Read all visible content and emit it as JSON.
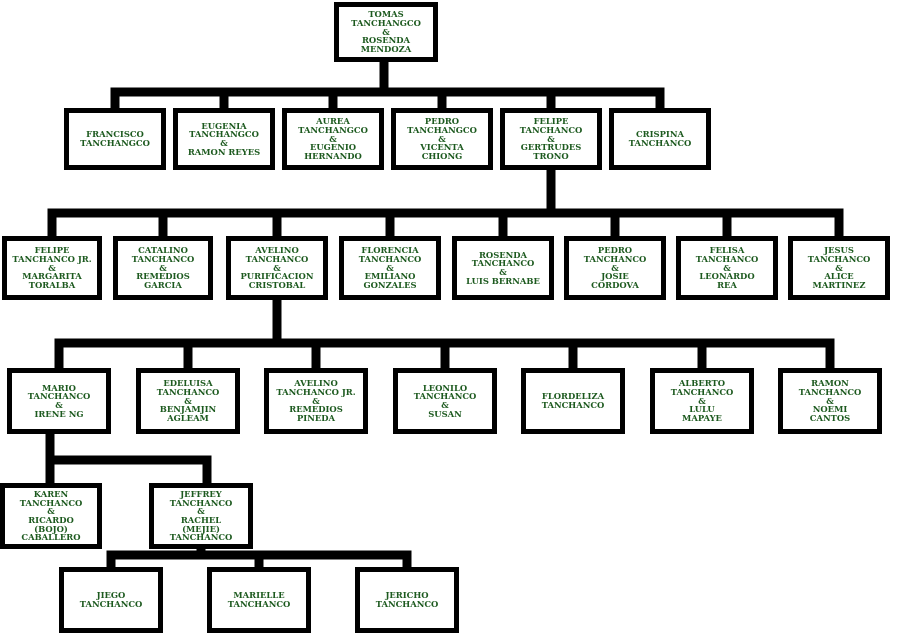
{
  "colors": {
    "line": "#000000",
    "text": "#1d5a1f",
    "background": "#ffffff"
  },
  "nodes": {
    "tomas_rosenda": "TOMAS TANCHANGCO\n&\nROSENDA MENDOZA",
    "francisco": "FRANCISCO\nTANCHANGCO",
    "eugenia_ramon": "EUGENIA\nTANCHANGCO\n&\nRAMON REYES",
    "aurea_eugenio": "AUREA\nTANCHANGCO\n&\nEUGENIO\nHERNANDO",
    "pedro_vicenta": "PEDRO\nTANCHANGCO\n&\nVICENTA\nCHIONG",
    "felipe_gertrudes": "FELIPE\nTANCHANCO\n&\nGERTRUDES\nTRONO",
    "crispina": "CRISPINA\nTANCHANCO",
    "felipe_jr_margarita": "FELIPE\nTANCHANCO JR.\n&\nMARGARITA\nTORALBA",
    "catalino_remedios": "CATALINO\nTANCHANCO\n&\nREMEDIOS\nGARCIA",
    "avelino_purificacion": "AVELINO\nTANCHANCO\n&\nPURIFICACION\nCRISTOBAL",
    "florencia_emiliano": "FLORENCIA\nTANCHANCO\n&\nEMILIANO\nGONZALES",
    "rosenda_luis": "ROSENDA\nTANCHANCO\n&\nLUIS BERNABE",
    "pedro_josie": "PEDRO\nTANCHANCO\n&\nJOSIE\nCORDOVA",
    "felisa_leonardo": "FELISA\nTANCHANCO\n&\nLEONARDO\nREA",
    "jesus_alice": "JESUS\nTANCHANCO\n&\nALICE\nMARTINEZ",
    "mario_irene": "MARIO\nTANCHANCO\n&\nIRENE NG",
    "edeluisa_benjamjin": "EDELUISA\nTANCHANCO\n&\nBENJAMJIN\nAGLEAM",
    "avelino_jr_remedios": "AVELINO\nTANCHANCO JR.\n&\nREMEDIOS\nPINEDA",
    "leonilo_susan": "LEONILO\nTANCHANCO\n&\nSUSAN",
    "flordeliza": "FLORDELIZA\nTANCHANCO",
    "alberto_lulu": "ALBERTO\nTANCHANCO\n&\nLULU\nMAPAYE",
    "ramon_noemi": "RAMON\nTANCHANCO\n&\nNOEMI\nCANTOS",
    "karen_ricardo": "KAREN\nTANCHANCO\n&\nRICARDO\n(BOJO)\nCABALLERO",
    "jeffrey_rachel": "JEFFREY\nTANCHANCO\n&\nRACHEL\n(MEJIE)\nTANCHANCO",
    "jiego": "JIEGO\nTANCHANCO",
    "marielle": "MARIELLE\nTANCHANCO",
    "jericho": "JERICHO\nTANCHANCO"
  }
}
